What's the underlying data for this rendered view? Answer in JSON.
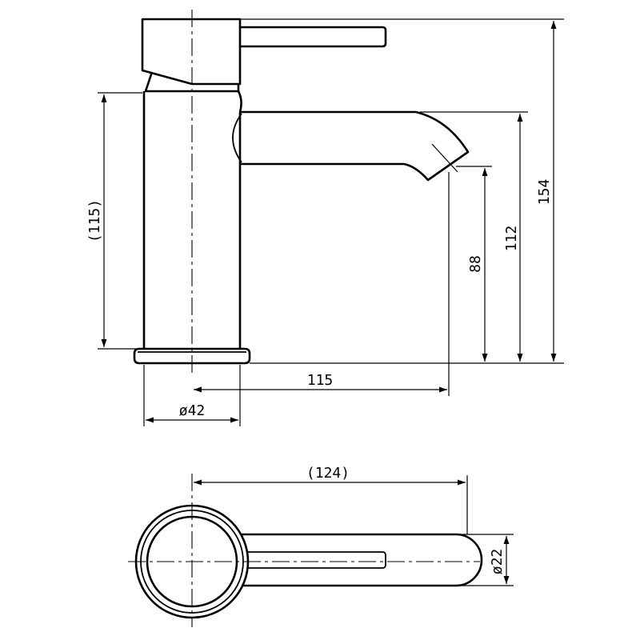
{
  "dimensions": {
    "side_view": {
      "total_height": "154",
      "spout_height": "112",
      "spout_clearance": "88",
      "body_height": "(115)",
      "spout_reach": "115",
      "base_diameter": "ø42"
    },
    "top_view": {
      "handle_length": "(124)",
      "lever_diameter": "ø22"
    }
  }
}
